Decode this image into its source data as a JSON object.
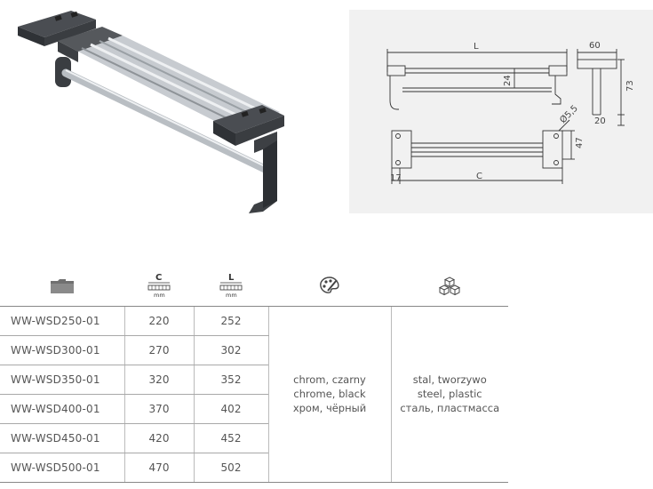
{
  "drawing": {
    "dim_length": "L",
    "dim_width_top": "60",
    "dim_height_side": "73",
    "dim_bottom_side": "20",
    "dim_inner_height": "24",
    "dim_hole": "Ø5,5",
    "dim_base_width": "47",
    "dim_offset": "17",
    "dim_c": "C"
  },
  "table": {
    "header": {
      "code_icon": "folder-icon",
      "c_icon": "ruler-c-icon",
      "c_label": "C",
      "c_unit": "mm",
      "l_icon": "ruler-l-icon",
      "l_label": "L",
      "l_unit": "mm",
      "color_icon": "palette-icon",
      "material_icon": "cubes-icon"
    },
    "rows": [
      {
        "code": "WW-WSD250-01",
        "c": "220",
        "l": "252"
      },
      {
        "code": "WW-WSD300-01",
        "c": "270",
        "l": "302"
      },
      {
        "code": "WW-WSD350-01",
        "c": "320",
        "l": "352"
      },
      {
        "code": "WW-WSD400-01",
        "c": "370",
        "l": "402"
      },
      {
        "code": "WW-WSD450-01",
        "c": "420",
        "l": "452"
      },
      {
        "code": "WW-WSD500-01",
        "c": "470",
        "l": "502"
      }
    ],
    "color_lines": [
      "chrom, czarny",
      "chrome, black",
      "хром, чёрный"
    ],
    "material_lines": [
      "stal, tworzywo",
      "steel, plastic",
      "сталь, пластмасса"
    ]
  }
}
